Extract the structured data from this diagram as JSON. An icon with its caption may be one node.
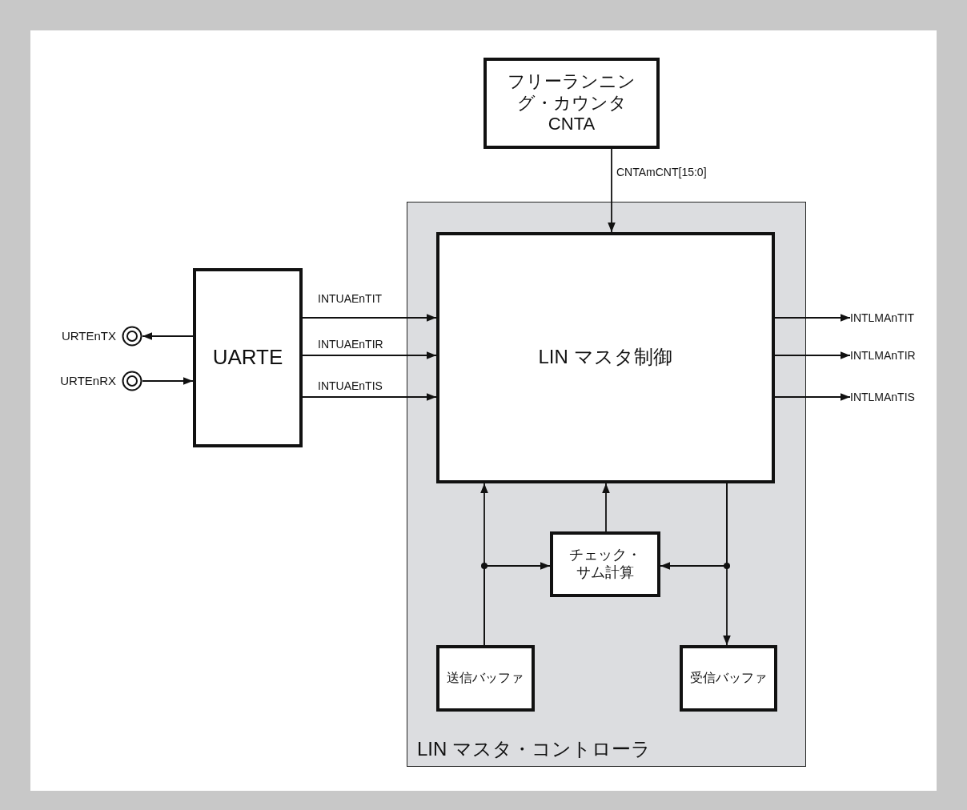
{
  "diagram": {
    "nodes": [
      {
        "text": [
          "フリーランニング・カウンタ",
          "CNTA"
        ]
      },
      {
        "text": [
          "LIN マスタ・コントローラ"
        ]
      },
      {
        "text": [
          "LIN マスタ制御"
        ],
        "in": 1
      },
      {
        "text": [
          "チェック・サム計算"
        ],
        "in": 1
      },
      {
        "text": [
          "送信バッファ"
        ],
        "in": 1
      },
      {
        "text": [
          "受信バッファ"
        ],
        "in": 1
      },
      {
        "text": [
          "UARTE"
        ]
      },
      {
        "text": [],
        "shape": "circle",
        "beside": [
          "URTEnTX"
        ]
      },
      {
        "text": [],
        "shape": "circle",
        "beside": [
          "URTEnRX"
        ]
      },
      {
        "text": [
          "INTLMAnTIT"
        ]
      },
      {
        "text": [
          "INTLMAnTIR"
        ]
      },
      {
        "text": [
          "INTLMAnTIS"
        ]
      }
    ],
    "edges": [
      {
        "from": 0,
        "to": 2,
        "arrow": "to",
        "label": "CNTAmCNT[15:0]"
      },
      {
        "from": 6,
        "to": 7,
        "arrow": "to"
      },
      {
        "from": 8,
        "to": 6,
        "arrow": "to"
      },
      {
        "from": 6,
        "to": 2,
        "arrow": "to",
        "label": "INTUAEnTIT"
      },
      {
        "from": 6,
        "to": 2,
        "arrow": "to",
        "label": "INTUAEnTIR"
      },
      {
        "from": 6,
        "to": 2,
        "arrow": "to",
        "label": "INTUAEnTIS"
      },
      {
        "from": 2,
        "to": 9,
        "arrow": "to"
      },
      {
        "from": 2,
        "to": 10,
        "arrow": "to"
      },
      {
        "from": 2,
        "to": 11,
        "arrow": "to"
      },
      {
        "from": 4,
        "to": 2,
        "arrow": "to"
      },
      {
        "from": 4,
        "to": 3,
        "arrow": "to"
      },
      {
        "from": 3,
        "to": 2,
        "arrow": "to"
      },
      {
        "from": 2,
        "to": 5,
        "arrow": "to"
      },
      {
        "from": 2,
        "to": 3,
        "arrow": "to"
      }
    ]
  }
}
